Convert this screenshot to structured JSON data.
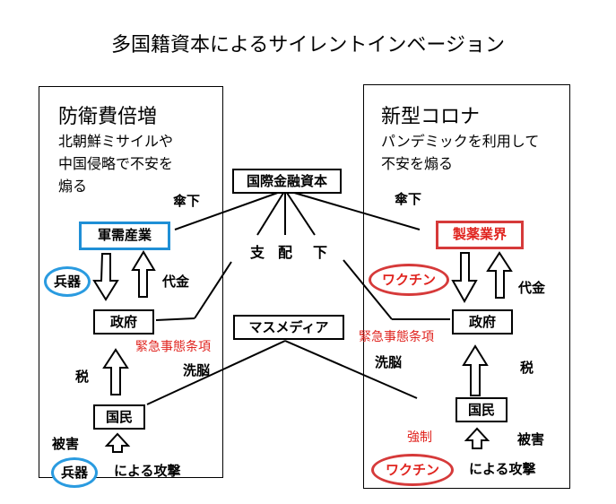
{
  "title": "多国籍資本によるサイレントインベージョン",
  "center": {
    "capital": "国際金融資本",
    "shihai": "支",
    "shihai2": "配",
    "shihai3": "下",
    "media": "マスメディア"
  },
  "left": {
    "heading": "防衛費倍増",
    "sub1": "北朝鮮ミサイルや",
    "sub2": "中国侵略で不安を",
    "sub3": "煽る",
    "sanka": "傘下",
    "industry": "軍需産業",
    "product": "兵器",
    "payment": "代金",
    "government": "政府",
    "emergency": "緊急事態条項",
    "brainwash": "洗脳",
    "tax": "税",
    "people": "国民",
    "damage": "被害",
    "attack_item": "兵器",
    "attack_text": "による攻撃"
  },
  "right": {
    "heading": "新型コロナ",
    "sub1": "パンデミックを利用して",
    "sub2": "不安を煽る",
    "sanka": "傘下",
    "industry": "製薬業界",
    "product": "ワクチン",
    "payment": "代金",
    "government": "政府",
    "emergency": "緊急事態条項",
    "brainwash": "洗脳",
    "tax": "税",
    "people": "国民",
    "force": "強制",
    "damage": "被害",
    "attack_item": "ワクチン",
    "attack_text": "による攻撃"
  },
  "colors": {
    "blue": "#1f8fd6",
    "red": "#d63a3a",
    "red_text": "#e0241f"
  }
}
